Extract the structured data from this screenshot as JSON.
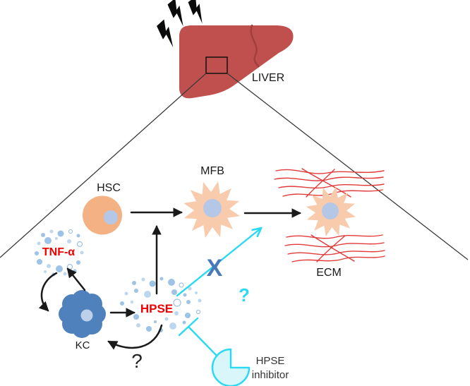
{
  "labels": {
    "liver": "LIVER",
    "hsc": "HSC",
    "mfb": "MFB",
    "ecm": "ECM",
    "kc": "KC",
    "tnf": "TNF-α",
    "hpse": "HPSE",
    "inhibitor_line1": "HPSE",
    "inhibitor_line2": "inhibitor",
    "blocked_x": "X",
    "question_feedback": "?",
    "question_blocked": "?"
  },
  "colors": {
    "liver_body": "#C0504D",
    "liver_crease": "#A23E3C",
    "hsc_body": "#F4B183",
    "mfb_body": "#F8CBAD",
    "cell_nucleus": "#B4C7E7",
    "kc_body": "#4F81BD",
    "kc_nucleus": "#BCD0EA",
    "bubble_medium": "#9DC3E6",
    "bubble_light": "#BDD7EE",
    "molecule_label_red": "#F00000",
    "cyan_accent": "#2BD9F2",
    "inhibitor_fill": "#D9F7FB",
    "blocked_x_blue": "#4A79B8",
    "ecm_fiber_red": "#E23A3A",
    "arrow_black": "#1A1A1A"
  },
  "icons": {
    "damage": "lightning-icon",
    "magnified_region": "magnifier-box",
    "hpse_inhibitor": "pacman-icon"
  }
}
